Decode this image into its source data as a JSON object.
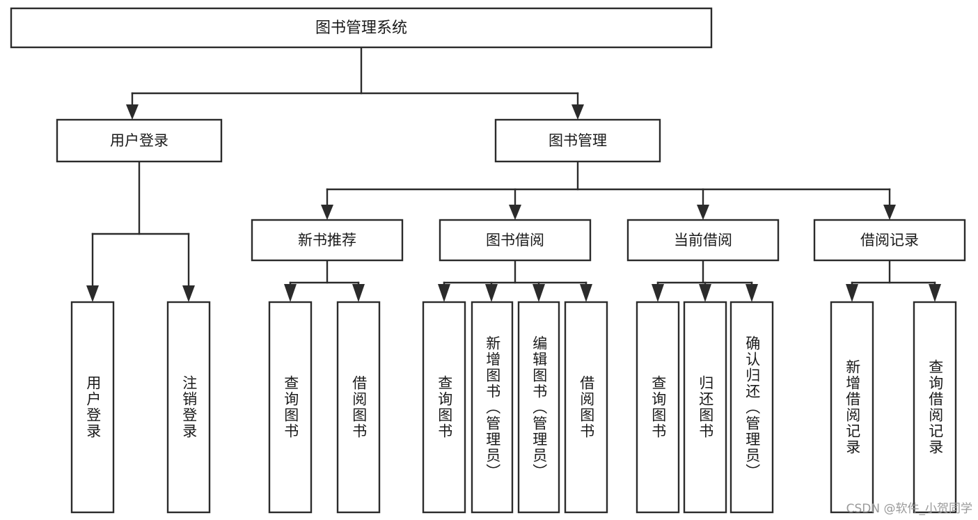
{
  "diagram": {
    "type": "tree-hierarchy",
    "title": "图书管理系统",
    "watermark": "CSDN @软件_小贺同学",
    "colors": {
      "stroke": "#2b2b2b",
      "fill": "#ffffff",
      "text": "#1a1a1a",
      "watermark": "#9a9a9a"
    },
    "root": {
      "label": "图书管理系统",
      "level": 1
    },
    "level2": [
      {
        "label": "用户登录"
      },
      {
        "label": "图书管理"
      }
    ],
    "level3": [
      {
        "label": "新书推荐"
      },
      {
        "label": "图书借阅"
      },
      {
        "label": "当前借阅"
      },
      {
        "label": "借阅记录"
      }
    ],
    "leaves": {
      "user_login": [
        {
          "label": "用户登录"
        },
        {
          "label": "注销登录"
        }
      ],
      "new_book_recommend": [
        {
          "label": "查询图书"
        },
        {
          "label": "借阅图书"
        }
      ],
      "book_borrow": [
        {
          "label": "查询图书"
        },
        {
          "label": "新增图书（管理员）"
        },
        {
          "label": "编辑图书（管理员）"
        },
        {
          "label": "借阅图书"
        }
      ],
      "current_borrow": [
        {
          "label": "查询图书"
        },
        {
          "label": "归还图书"
        },
        {
          "label": "确认归还（管理员）"
        }
      ],
      "borrow_record": [
        {
          "label": "新增借阅记录"
        },
        {
          "label": "查询借阅记录"
        }
      ]
    }
  }
}
